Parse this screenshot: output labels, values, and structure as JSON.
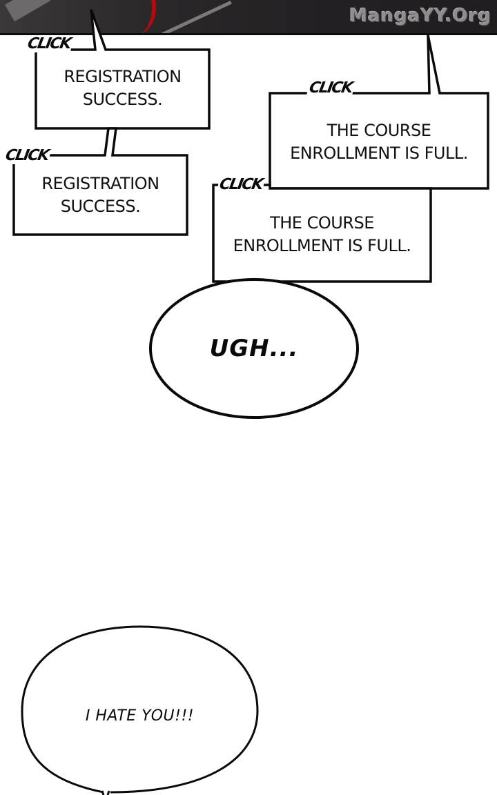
{
  "header": {
    "watermark": "MangaYY.Org",
    "background_color": "#2a2829",
    "accent_red": "#b50a0d"
  },
  "panels": [
    {
      "id": "box-1",
      "sfx": "CLICK",
      "text_lines": [
        "REGISTRATION",
        "SUCCESS."
      ]
    },
    {
      "id": "box-2",
      "sfx": "CLICK",
      "text_lines": [
        "REGISTRATION",
        "SUCCESS."
      ]
    },
    {
      "id": "box-3",
      "sfx": "CLICK",
      "text_lines": [
        "THE COURSE",
        "ENROLLMENT IS FULL."
      ]
    },
    {
      "id": "box-4",
      "sfx": "CLICK",
      "text_lines": [
        "THE COURSE",
        "ENROLLMENT IS FULL."
      ]
    }
  ],
  "bubbles": [
    {
      "id": "bubble-ugh",
      "text": "UGH..."
    },
    {
      "id": "bubble-hate",
      "text": "I HATE YOU!!!"
    }
  ]
}
